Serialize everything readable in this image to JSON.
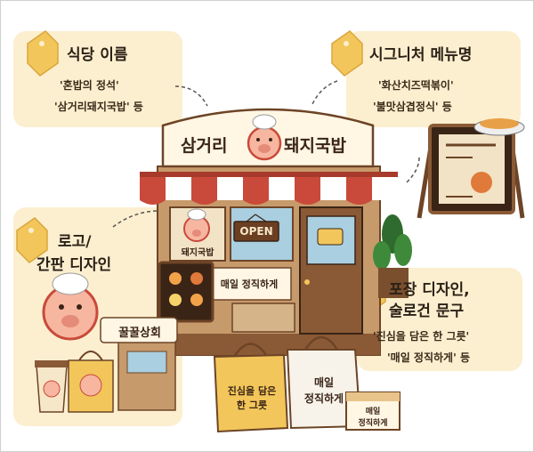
{
  "callouts": {
    "name": {
      "title": "식당 이름",
      "examples": [
        "'혼밥의 정석'",
        "'삼거리돼지국밥' 등"
      ]
    },
    "signature": {
      "title": "시그니처 메뉴명",
      "examples": [
        "'화산치즈떡볶이'",
        "'불맛삼겹정식' 등"
      ]
    },
    "logo": {
      "title_lines": [
        "로고/",
        "간판 디자인"
      ]
    },
    "packaging": {
      "title_lines": [
        "포장 디자인,",
        "술로건 문구"
      ],
      "examples": [
        "'진심을 담은 한 그릇'",
        "'매일 정직하게' 등"
      ]
    }
  },
  "store": {
    "sign_left": "삼거리",
    "sign_right": "돼지국밥",
    "open_sign": "OPEN",
    "window_logo_text": "돼지국밥",
    "window_banner": "매일 정직하게"
  },
  "logo_area": {
    "shop_sign": "꿀꿀상회"
  },
  "bags": {
    "kraft_bag": [
      "진심을 담은",
      "한 그릇"
    ],
    "white_bag": [
      "매일",
      "정직하게"
    ],
    "box": [
      "매일",
      "정직하게"
    ]
  },
  "colors": {
    "card": "#fcefcf",
    "tag": "#f2c65a",
    "awning_red": "#c94a3a",
    "wood": "#8a5a36"
  }
}
